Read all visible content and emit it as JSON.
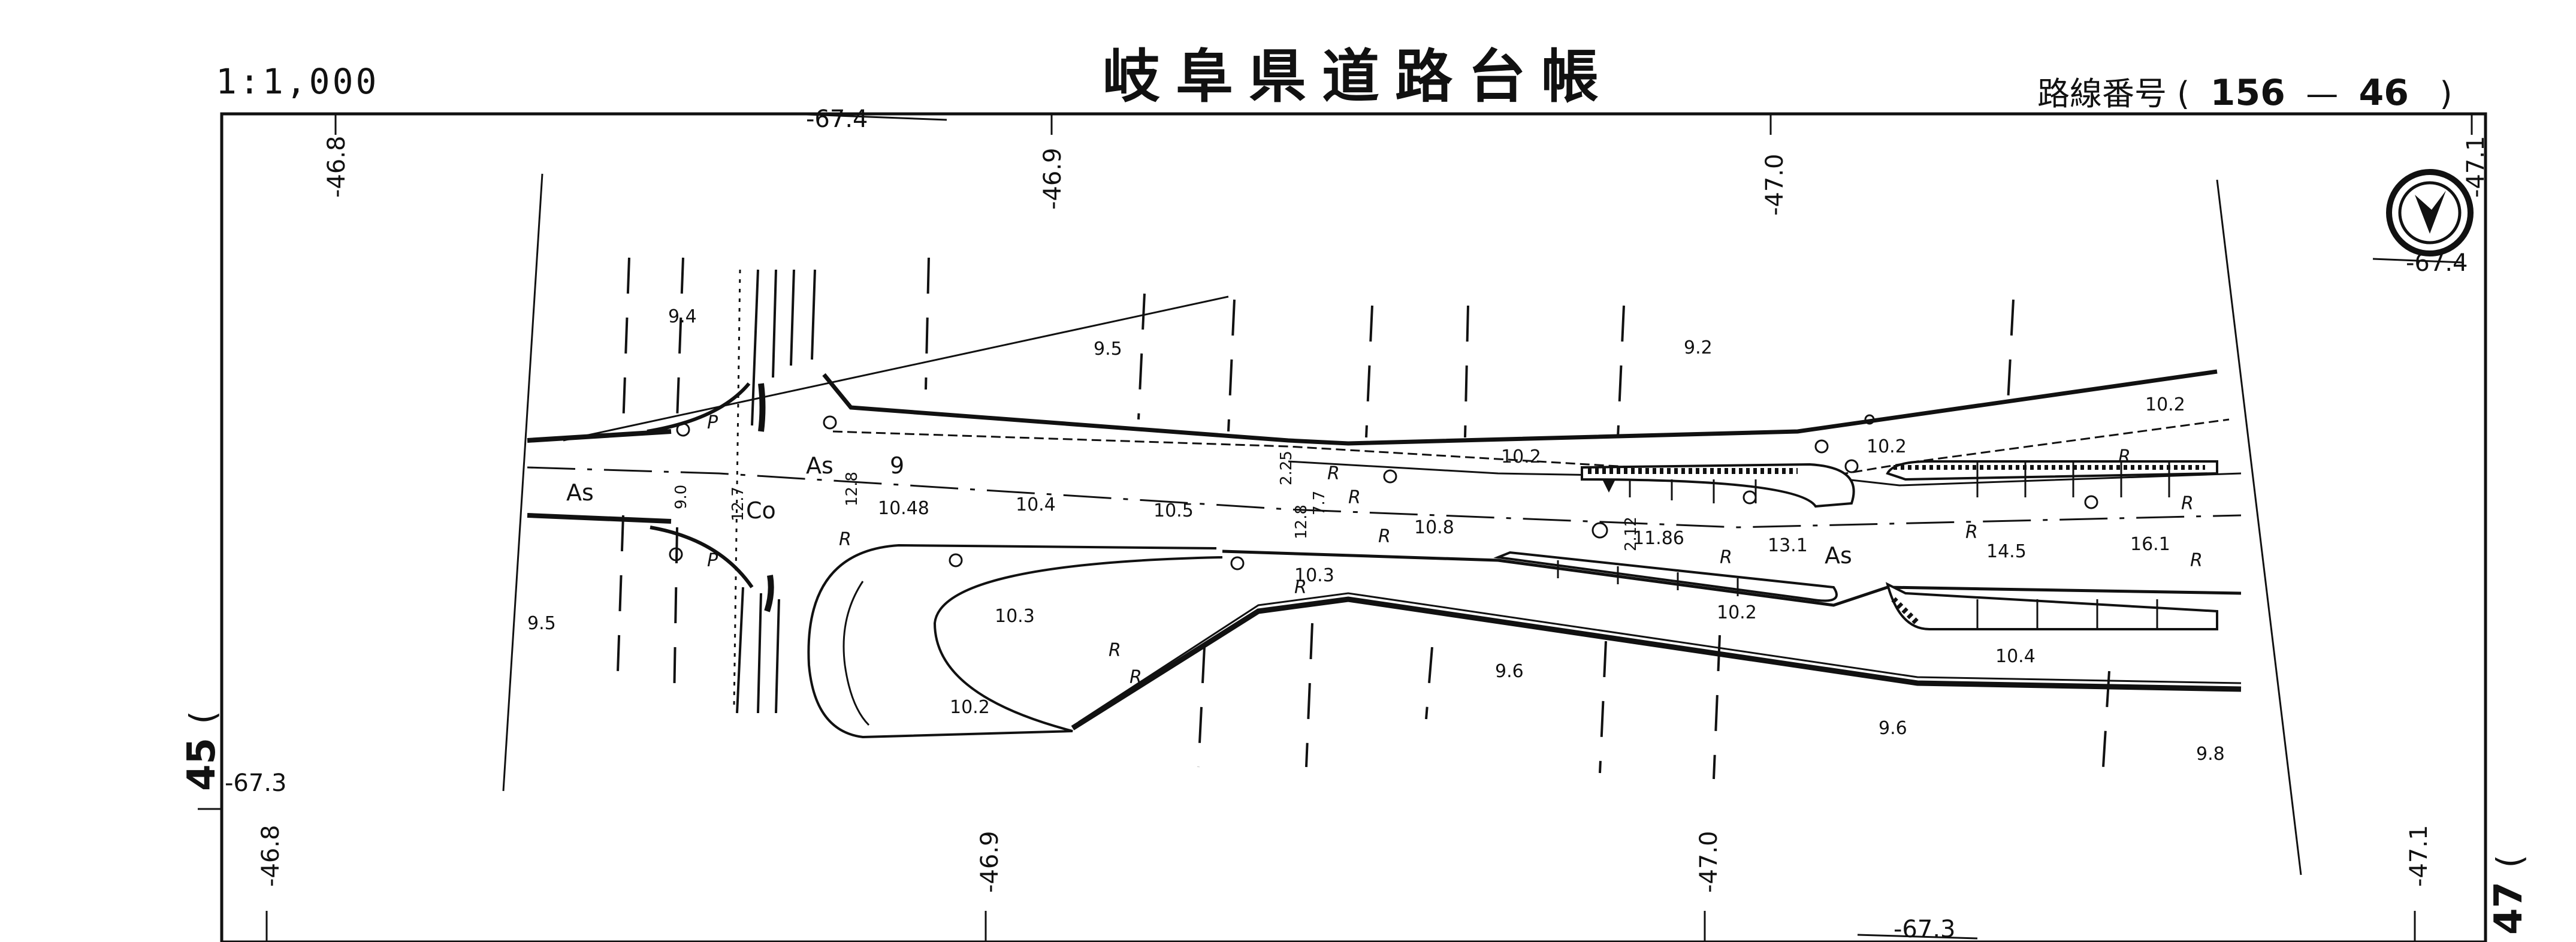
{
  "header": {
    "title": "岐阜県道路台帳",
    "scale": "1:1,000",
    "route_label": "路線番号",
    "route_open": "(",
    "route_major": "156",
    "route_dash": "—",
    "route_minor": "46",
    "route_close": ")"
  },
  "sheet_index": {
    "left_number": "45",
    "left_paren": "(",
    "right_number": "47",
    "right_paren": "("
  },
  "grid_labels": {
    "top": [
      "-46.8",
      "-46.9",
      "-47.0",
      "-47.1"
    ],
    "bottom": [
      "-46.8",
      "-46.9",
      "-47.0",
      "-47.1"
    ],
    "top_y": "-67.4",
    "right_y": "-67.4",
    "left_y": "-67.3",
    "bottom_y": "-67.3"
  },
  "road_labels": {
    "surface_as_1": "As",
    "surface_co": "Co",
    "surface_as_2": "As",
    "surface_as_3": "As",
    "road_number": "9",
    "width_1": "9.0",
    "width_2": "12.7",
    "width_3": "12.8",
    "width_4": "2.25",
    "width_5": "12.8",
    "width_6": "7.7",
    "width_7": "2.12"
  },
  "elevations": [
    "9.4",
    "9.5",
    "9.2",
    "10.2",
    "10.2",
    "10.2",
    "10.48",
    "10.4",
    "10.5",
    "10.8",
    "11.86",
    "13.1",
    "14.5",
    "16.1",
    "9.5",
    "10.3",
    "10.3",
    "10.2",
    "10.2",
    "9.6",
    "10.4",
    "9.6",
    "9.8"
  ],
  "symbols": {
    "curb": "R",
    "paving": "P",
    "north_icon": "north-arrow"
  }
}
